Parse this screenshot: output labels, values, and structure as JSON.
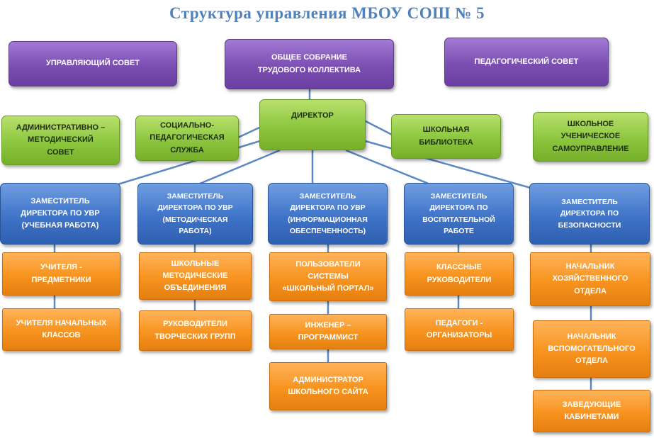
{
  "title": "Структура  управления  МБОУ СОШ № 5",
  "colors": {
    "title": "#4f81bd",
    "purple": "#7b4fb2",
    "green": "#8cc63f",
    "blue": "#3f74c8",
    "orange": "#f7931e",
    "connector": "#5b87c5"
  },
  "boards": {
    "governing_council": [
      "УПРАВЛЯЮЩИЙ СОВЕТ"
    ],
    "general_meeting": [
      "ОБЩЕЕ СОБРАНИЕ",
      "ТРУДОВОГО КОЛЛЕКТИВА"
    ],
    "pedagogical_council": [
      "ПЕДАГОГИЧЕСКИЙ СОВЕТ"
    ]
  },
  "director": [
    "ДИРЕКТОР"
  ],
  "green_units": {
    "admin_method_council": [
      "АДМИНИСТРАТИВНО  –",
      "МЕТОДИЧЕСКИЙ",
      "СОВЕТ"
    ],
    "social_service": [
      "СОЦИАЛЬНО-",
      "ПЕДАГОГИЧЕСКАЯ",
      "СЛУЖБА"
    ],
    "school_library": [
      "ШКОЛЬНАЯ",
      "БИБЛИОТЕКА"
    ],
    "student_government": [
      "ШКОЛЬНОЕ",
      "УЧЕНИЧЕСКОЕ",
      "САМОУПРАВЛЕНИЕ"
    ]
  },
  "deputies": [
    {
      "label": [
        "ЗАМЕСТИТЕЛЬ",
        "ДИРЕКТОРА  ПО УВР",
        "(УЧЕБНАЯ РАБОТА)"
      ],
      "children": [
        [
          "УЧИТЕЛЯ -",
          "ПРЕДМЕТНИКИ"
        ],
        [
          "УЧИТЕЛЯ НАЧАЛЬНЫХ",
          "КЛАССОВ"
        ]
      ]
    },
    {
      "label": [
        "ЗАМЕСТИТЕЛЬ",
        "ДИРЕКТОРА ПО УВР",
        "(МЕТОДИЧЕСКАЯ",
        "РАБОТА)"
      ],
      "children": [
        [
          "ШКОЛЬНЫЕ",
          "МЕТОДИЧЕСКИЕ",
          "ОБЪЕДИНЕНИЯ"
        ],
        [
          "РУКОВОДИТЕЛИ",
          "ТВОРЧЕСКИХ ГРУПП"
        ]
      ]
    },
    {
      "label": [
        "ЗАМЕСТИТЕЛЬ",
        "ДИРЕКТОРА ПО УВР",
        "(ИНФОРМАЦИОННАЯ",
        "ОБЕСПЕЧЕННОСТЬ)"
      ],
      "children": [
        [
          "ПОЛЬЗОВАТЕЛИ",
          "СИСТЕМЫ",
          "«ШКОЛЬНЫЙ ПОРТАЛ»"
        ],
        [
          "ИНЖЕНЕР –",
          "ПРОГРАММИСТ"
        ],
        [
          "АДМИНИСТРАТОР",
          "ШКОЛЬНОГО САЙТА"
        ]
      ]
    },
    {
      "label": [
        "ЗАМЕСТИТЕЛЬ",
        "ДИРЕКТОРА ПО",
        "ВОСПИТАТЕЛЬНОЙ",
        "РАБОТЕ"
      ],
      "children": [
        [
          "КЛАССНЫЕ",
          "РУКОВОДИТЕЛИ"
        ],
        [
          "ПЕДАГОГИ -",
          "ОРГАНИЗАТОРЫ"
        ]
      ]
    },
    {
      "label": [
        "ЗАМЕСТИТЕЛЬ",
        "ДИРЕКТОРА ПО",
        "БЕЗОПАСНОСТИ"
      ],
      "children": [
        [
          "НАЧАЛЬНИК",
          "ХОЗЯЙСТВЕННОГО",
          "ОТДЕЛА"
        ],
        [
          "НАЧАЛЬНИК",
          "ВСПОМОГАТЕЛЬНОГО",
          "ОТДЕЛА"
        ],
        [
          "ЗАВЕДУЮЩИЕ",
          "КАБИНЕТАМИ"
        ]
      ]
    }
  ]
}
